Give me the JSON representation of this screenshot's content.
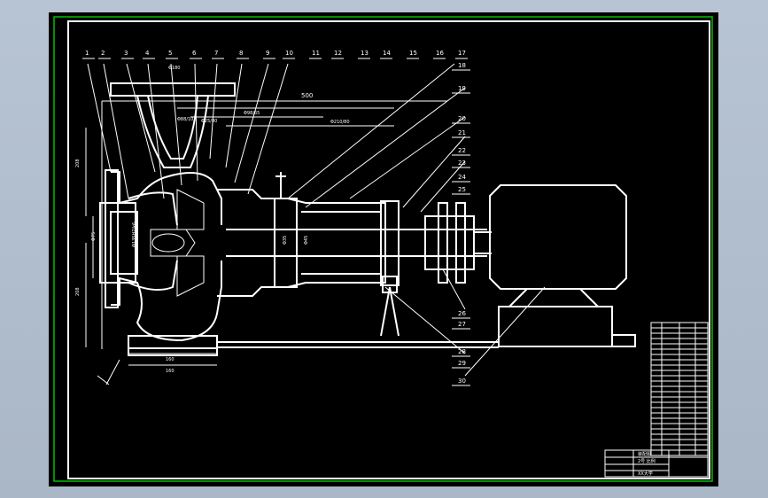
{
  "window": {
    "background": "#b5c2d2",
    "canvas": "#000000",
    "frame_color": "#00c000"
  },
  "balloons": {
    "top": [
      "1",
      "2",
      "3",
      "4",
      "5",
      "6",
      "7",
      "8",
      "9",
      "10",
      "11",
      "12",
      "13",
      "14",
      "15",
      "16",
      "17"
    ],
    "right": [
      "18",
      "19",
      "20",
      "21",
      "22",
      "23",
      "24",
      "25",
      "26",
      "27",
      "28",
      "29",
      "30"
    ]
  },
  "dims": {
    "overall": "500",
    "flange_dia": "Φ180",
    "d1": "Φ88/10",
    "d2": "Φ98/65",
    "d3": "Φ25/80",
    "d4": "Φ210/80",
    "h_top": "208",
    "h_bottom": "208",
    "bore": "Φ75",
    "seal": "Φ135H7/k6",
    "shaft": "Φ35",
    "shaft2": "Φ45",
    "base1": "160",
    "base2": "160"
  },
  "title_block": {
    "name": "装配图",
    "sub": "2号 比例",
    "school": "XX大学"
  }
}
